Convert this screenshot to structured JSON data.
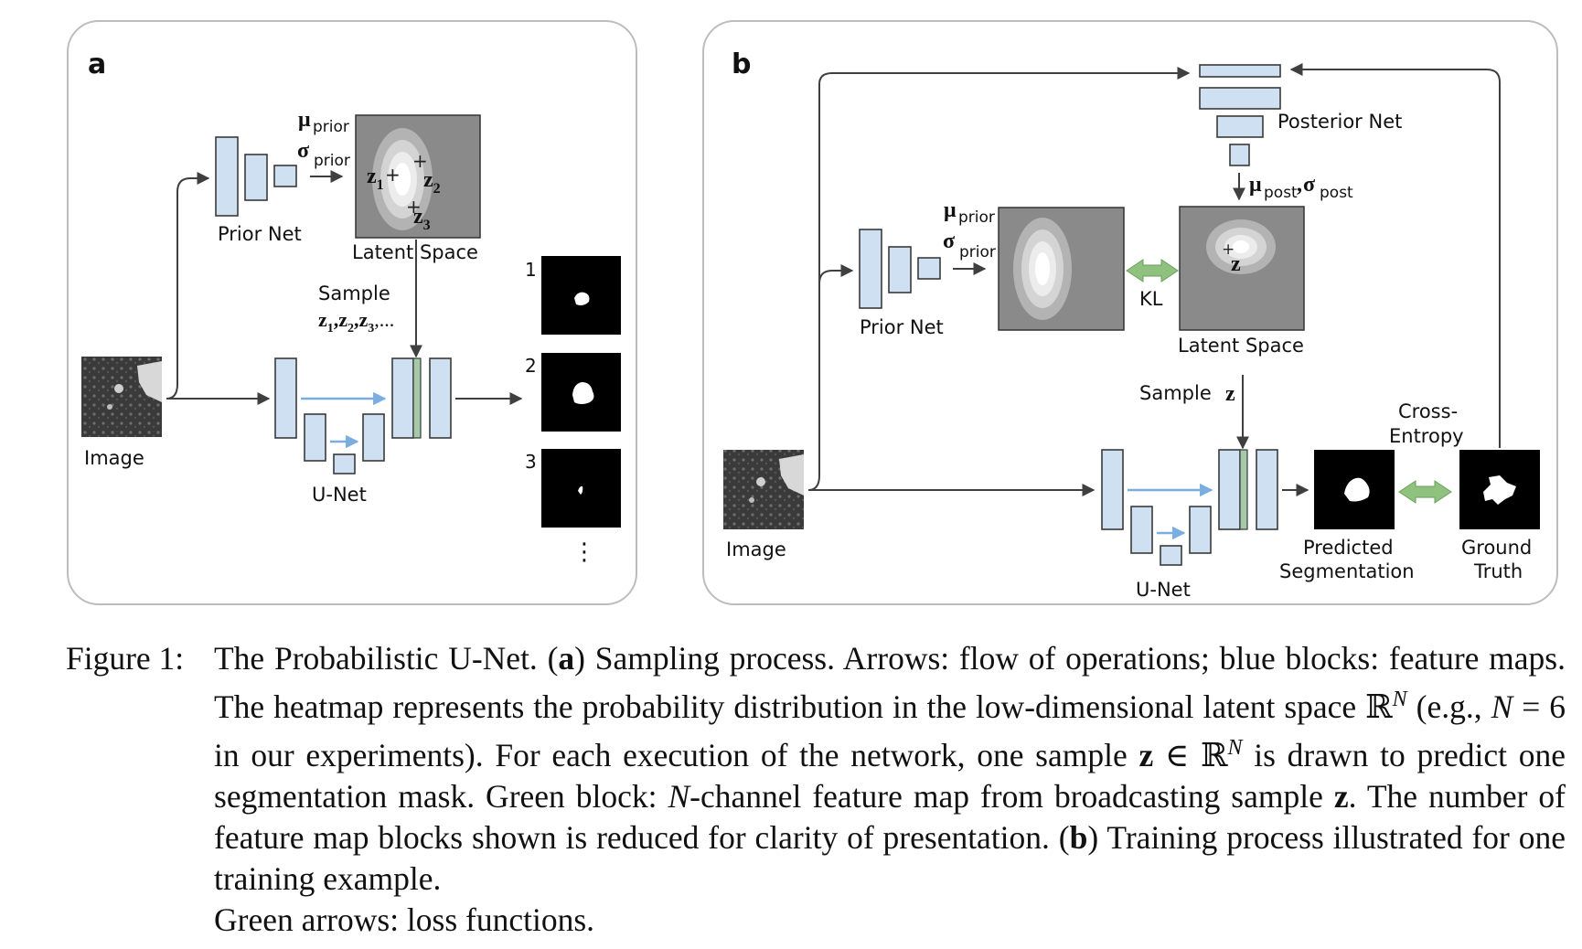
{
  "figure": {
    "panel_a": {
      "letter": "a",
      "prior_net_label": "Prior Net",
      "latent_space_label": "Latent Space",
      "mu_symbol": "μ",
      "sigma_symbol": "σ",
      "prior_subscript": "prior",
      "z_symbol": "z",
      "latent_points": [
        "1",
        "2",
        "3"
      ],
      "sample_label": "Sample",
      "sample_sequence_suffix": ",...",
      "image_label": "Image",
      "unet_label": "U-Net",
      "output_numbers": [
        "1",
        "2",
        "3"
      ],
      "more_indicator": "⋮"
    },
    "panel_b": {
      "letter": "b",
      "posterior_net_label": "Posterior Net",
      "prior_net_label": "Prior Net",
      "latent_space_label": "Latent Space",
      "mu_symbol": "μ",
      "sigma_symbol": "σ",
      "prior_subscript": "prior",
      "post_subscript": "post",
      "kl_label": "KL",
      "z_symbol": "z",
      "sample_label": "Sample",
      "image_label": "Image",
      "unet_label": "U-Net",
      "cross_entropy_line1": "Cross-",
      "cross_entropy_line2": "Entropy",
      "predicted_line1": "Predicted",
      "predicted_line2": "Segmentation",
      "ground_truth_line1": "Ground",
      "ground_truth_line2": "Truth"
    },
    "colors": {
      "feature_block": "#cfe0f3",
      "broadcast_block": "#a6c9a8",
      "loss_arrow": "#8fc27e",
      "skip_arrow": "#7aaee0",
      "latent_background": "#8a8a8a"
    }
  },
  "caption": {
    "label": "Figure 1:",
    "s1": "The Probabilistic U-Net. (",
    "s1_bold": "a",
    "s2": ") Sampling process. Arrows: flow of operations; blue blocks: feature maps. The heatmap represents the probability distribution in the low-dimensional latent space ℝ",
    "s2_sup": "N",
    "s3": " (e.g., ",
    "s3_italic": "N",
    "s4": " = 6 in our experiments). For each execution of the network, one sample ",
    "s4_bold": "z",
    "s5": " ∈ ℝ",
    "s5_sup": "N",
    "s6": " is drawn to predict one segmentation mask. Green block: ",
    "s6_italic": "N",
    "s7": "-channel feature map from broadcasting sample ",
    "s7_bold": "z",
    "s8": ". The number of feature map blocks shown is reduced for clarity of presentation. (",
    "s8_bold": "b",
    "s9": ") Training process illustrated for one training example.",
    "s10": "Green arrows: loss functions."
  }
}
